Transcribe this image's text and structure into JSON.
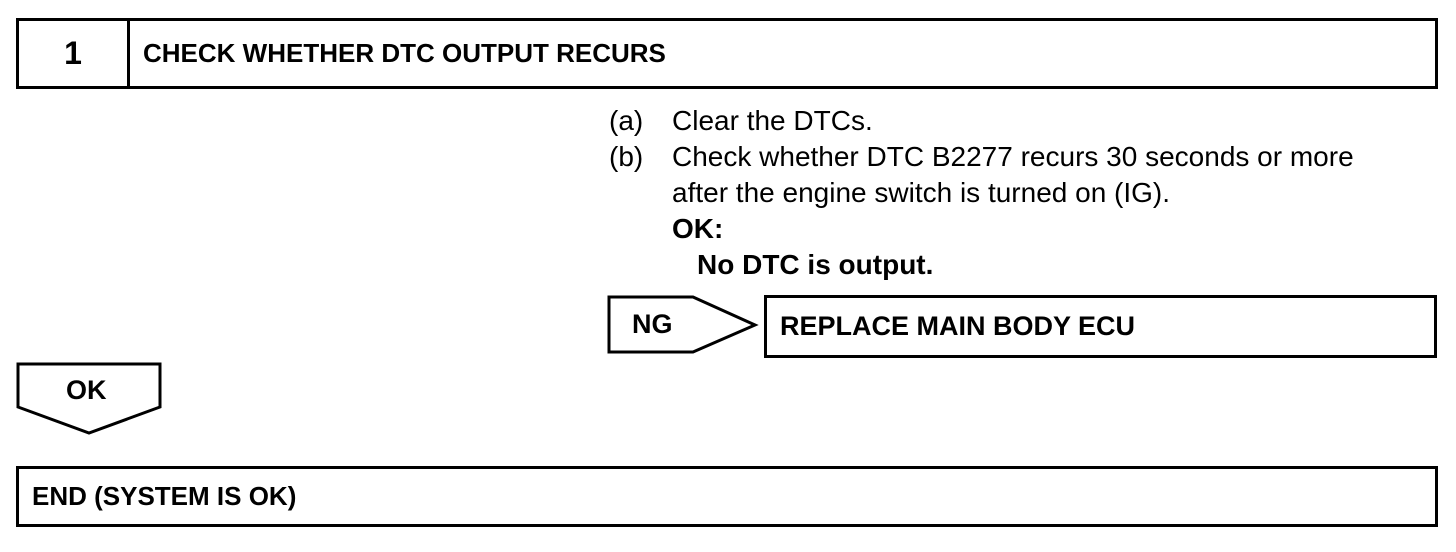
{
  "step": {
    "number": "1",
    "title": "CHECK WHETHER DTC OUTPUT RECURS"
  },
  "instructions": [
    {
      "marker": "(a)",
      "text": "Clear the DTCs."
    },
    {
      "marker": "(b)",
      "text": "Check whether DTC B2277 recurs 30 seconds or more"
    },
    {
      "marker": "",
      "text": "after the engine switch is turned on (IG)."
    }
  ],
  "ok_condition": {
    "label": "OK:",
    "criteria": "No DTC is output."
  },
  "ng_branch": {
    "label": "NG",
    "action": "REPLACE MAIN BODY ECU"
  },
  "ok_branch": {
    "label": "OK",
    "result": "END (SYSTEM IS OK)"
  }
}
